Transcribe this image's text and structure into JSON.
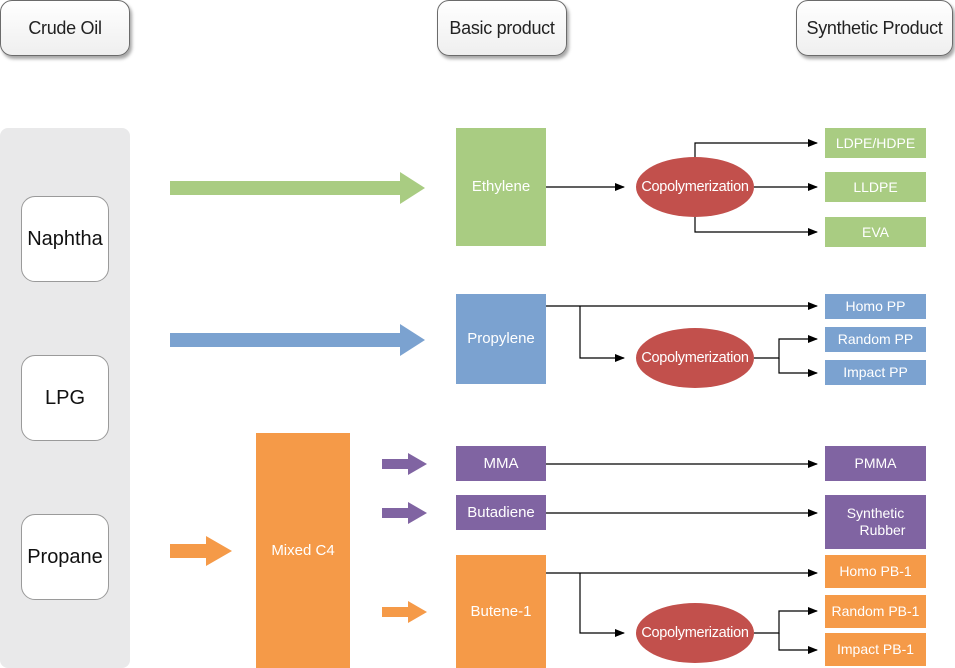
{
  "headers": {
    "crude_oil": "Crude Oil",
    "basic_product": "Basic product",
    "synthetic_product": "Synthetic Product"
  },
  "feedstocks": [
    "Naphtha",
    "LPG",
    "Propane"
  ],
  "intermediate": "Mixed C4",
  "basic_products": [
    "Ethylene",
    "Propylene",
    "MMA",
    "Butadiene",
    "Butene-1"
  ],
  "process_label": "Copolymerization",
  "synthetic_products": {
    "ethylene": [
      "LDPE/HDPE",
      "LLDPE",
      "EVA"
    ],
    "propylene": [
      "Homo PP",
      "Random PP",
      "Impact PP"
    ],
    "mma": "PMMA",
    "butadiene": [
      "Synthetic",
      "Rubber"
    ],
    "butene": [
      "Homo PB-1",
      "Random PB-1",
      "Impact PB-1"
    ]
  },
  "colors": {
    "ethylene": "#a9cc82",
    "propylene": "#7ba2d0",
    "c4_derivatives": "#8064a2",
    "butene_chain": "#f59a48",
    "copolymerization": "#c2504c",
    "panel": "#e9e9ea"
  }
}
